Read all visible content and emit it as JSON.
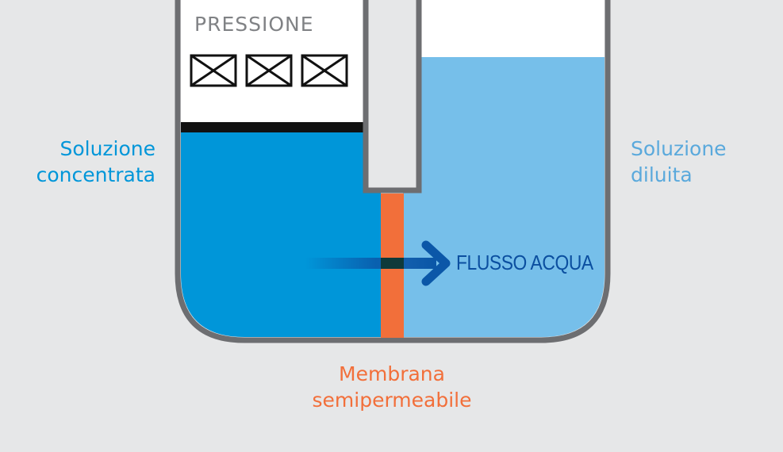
{
  "labels": {
    "concentrated": [
      "Soluzione",
      "concentrata"
    ],
    "diluted": [
      "Soluzione",
      "diluita"
    ],
    "membrane": [
      "Membrana",
      "semipermeabile"
    ],
    "pressure": "PRESSIONE",
    "flow": "FLUSSO ACQUA"
  },
  "colors": {
    "background": "#e6e7e8",
    "container_outline": "#6d6e71",
    "concentrated_fill": "#0096d9",
    "diluted_fill": "#76bfea",
    "membrane": "#f26f3a",
    "piston_bar": "#111111",
    "flow_arrow": "#0b57a8",
    "concentrated_text": "#0096d9",
    "diluted_text": "#5aa9dc",
    "membrane_text": "#f26f3a",
    "pressure_text": "#808285",
    "flow_text": "#0b4fa0"
  },
  "icons": [
    "weight-box-icon",
    "weight-box-icon",
    "weight-box-icon",
    "flow-arrow-icon"
  ]
}
